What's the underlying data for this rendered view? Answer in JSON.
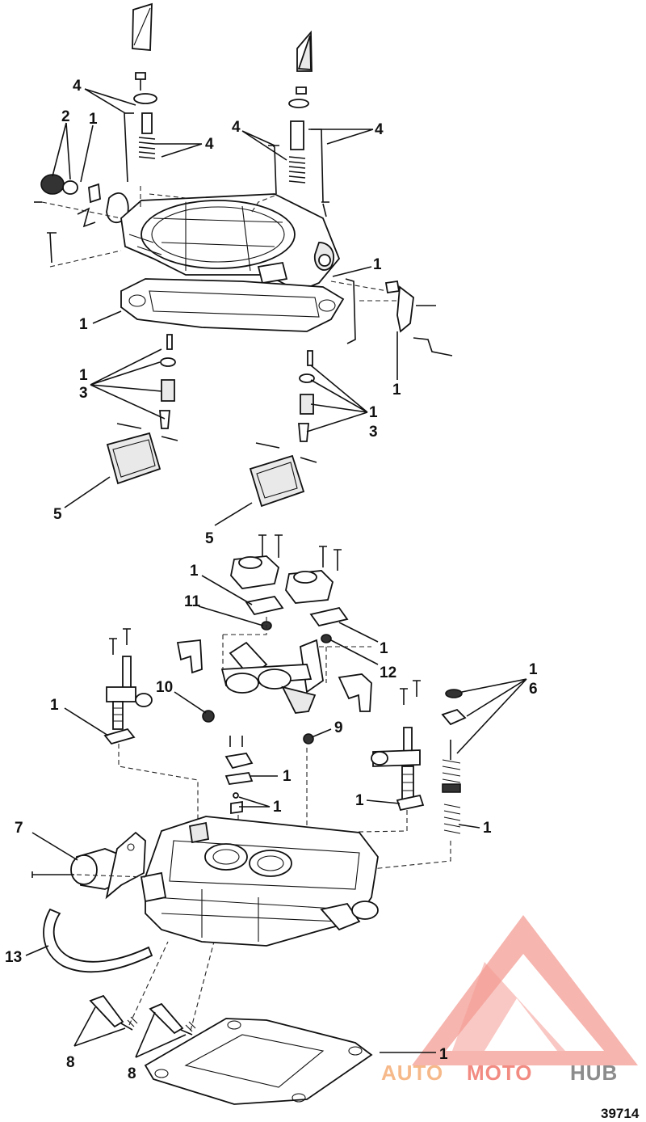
{
  "diagram": {
    "id_label": "39714",
    "callouts": [
      {
        "key": "c4a",
        "text": "4"
      },
      {
        "key": "c2",
        "text": "2"
      },
      {
        "key": "c1a",
        "text": "1"
      },
      {
        "key": "c4b",
        "text": "4"
      },
      {
        "key": "c4c",
        "text": "4"
      },
      {
        "key": "c4d",
        "text": "4"
      },
      {
        "key": "c1b",
        "text": "1"
      },
      {
        "key": "c1c",
        "text": "1"
      },
      {
        "key": "c1d",
        "text": "1"
      },
      {
        "key": "c1e",
        "text": "1"
      },
      {
        "key": "c3a",
        "text": "3"
      },
      {
        "key": "c1f",
        "text": "1"
      },
      {
        "key": "c3b",
        "text": "3"
      },
      {
        "key": "c5a",
        "text": "5"
      },
      {
        "key": "c5b",
        "text": "5"
      },
      {
        "key": "c1g",
        "text": "1"
      },
      {
        "key": "c11",
        "text": "11"
      },
      {
        "key": "c1h",
        "text": "1"
      },
      {
        "key": "c12",
        "text": "12"
      },
      {
        "key": "c1i",
        "text": "1"
      },
      {
        "key": "c6",
        "text": "6"
      },
      {
        "key": "c10",
        "text": "10"
      },
      {
        "key": "c1j",
        "text": "1"
      },
      {
        "key": "c9",
        "text": "9"
      },
      {
        "key": "c1k",
        "text": "1"
      },
      {
        "key": "c1l",
        "text": "1"
      },
      {
        "key": "c1m",
        "text": "1"
      },
      {
        "key": "c1n",
        "text": "1"
      },
      {
        "key": "c7",
        "text": "7"
      },
      {
        "key": "c13",
        "text": "13"
      },
      {
        "key": "c8a",
        "text": "8"
      },
      {
        "key": "c8b",
        "text": "8"
      },
      {
        "key": "c1o",
        "text": "1"
      }
    ]
  },
  "watermark": {
    "part1": "AUTO",
    "part2": "MOTO",
    "part3": "HUB",
    "color_primary": "#f28b82",
    "color_secondary": "#f6b98a",
    "color_dark": "#8c8c8c"
  }
}
